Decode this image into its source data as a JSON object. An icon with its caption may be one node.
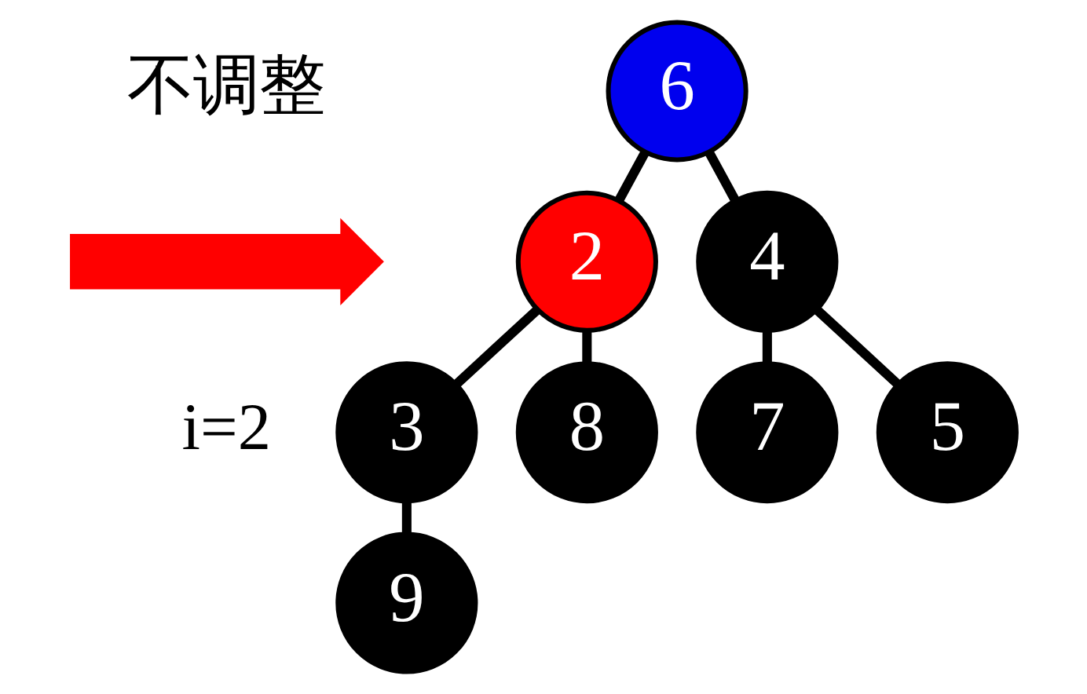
{
  "diagram": {
    "nodes": [
      {
        "text": [
          "6"
        ]
      },
      {
        "text": [
          "2"
        ]
      },
      {
        "text": [
          "4"
        ]
      },
      {
        "text": [
          "3"
        ]
      },
      {
        "text": [
          "8"
        ]
      },
      {
        "text": [
          "7"
        ]
      },
      {
        "text": [
          "5"
        ]
      },
      {
        "text": [
          "9"
        ]
      },
      {
        "text": [],
        "shape": "arrow"
      }
    ],
    "edges": [
      {
        "from": 0,
        "to": 1,
        "arrow": "none"
      },
      {
        "from": 0,
        "to": 2,
        "arrow": "none"
      },
      {
        "from": 1,
        "to": 3,
        "arrow": "none"
      },
      {
        "from": 1,
        "to": 4,
        "arrow": "none"
      },
      {
        "from": 2,
        "to": 5,
        "arrow": "none"
      },
      {
        "from": 2,
        "to": 6,
        "arrow": "none"
      },
      {
        "from": 3,
        "to": 7,
        "arrow": "none"
      }
    ],
    "labels": [
      "不调整",
      "i=2"
    ]
  }
}
